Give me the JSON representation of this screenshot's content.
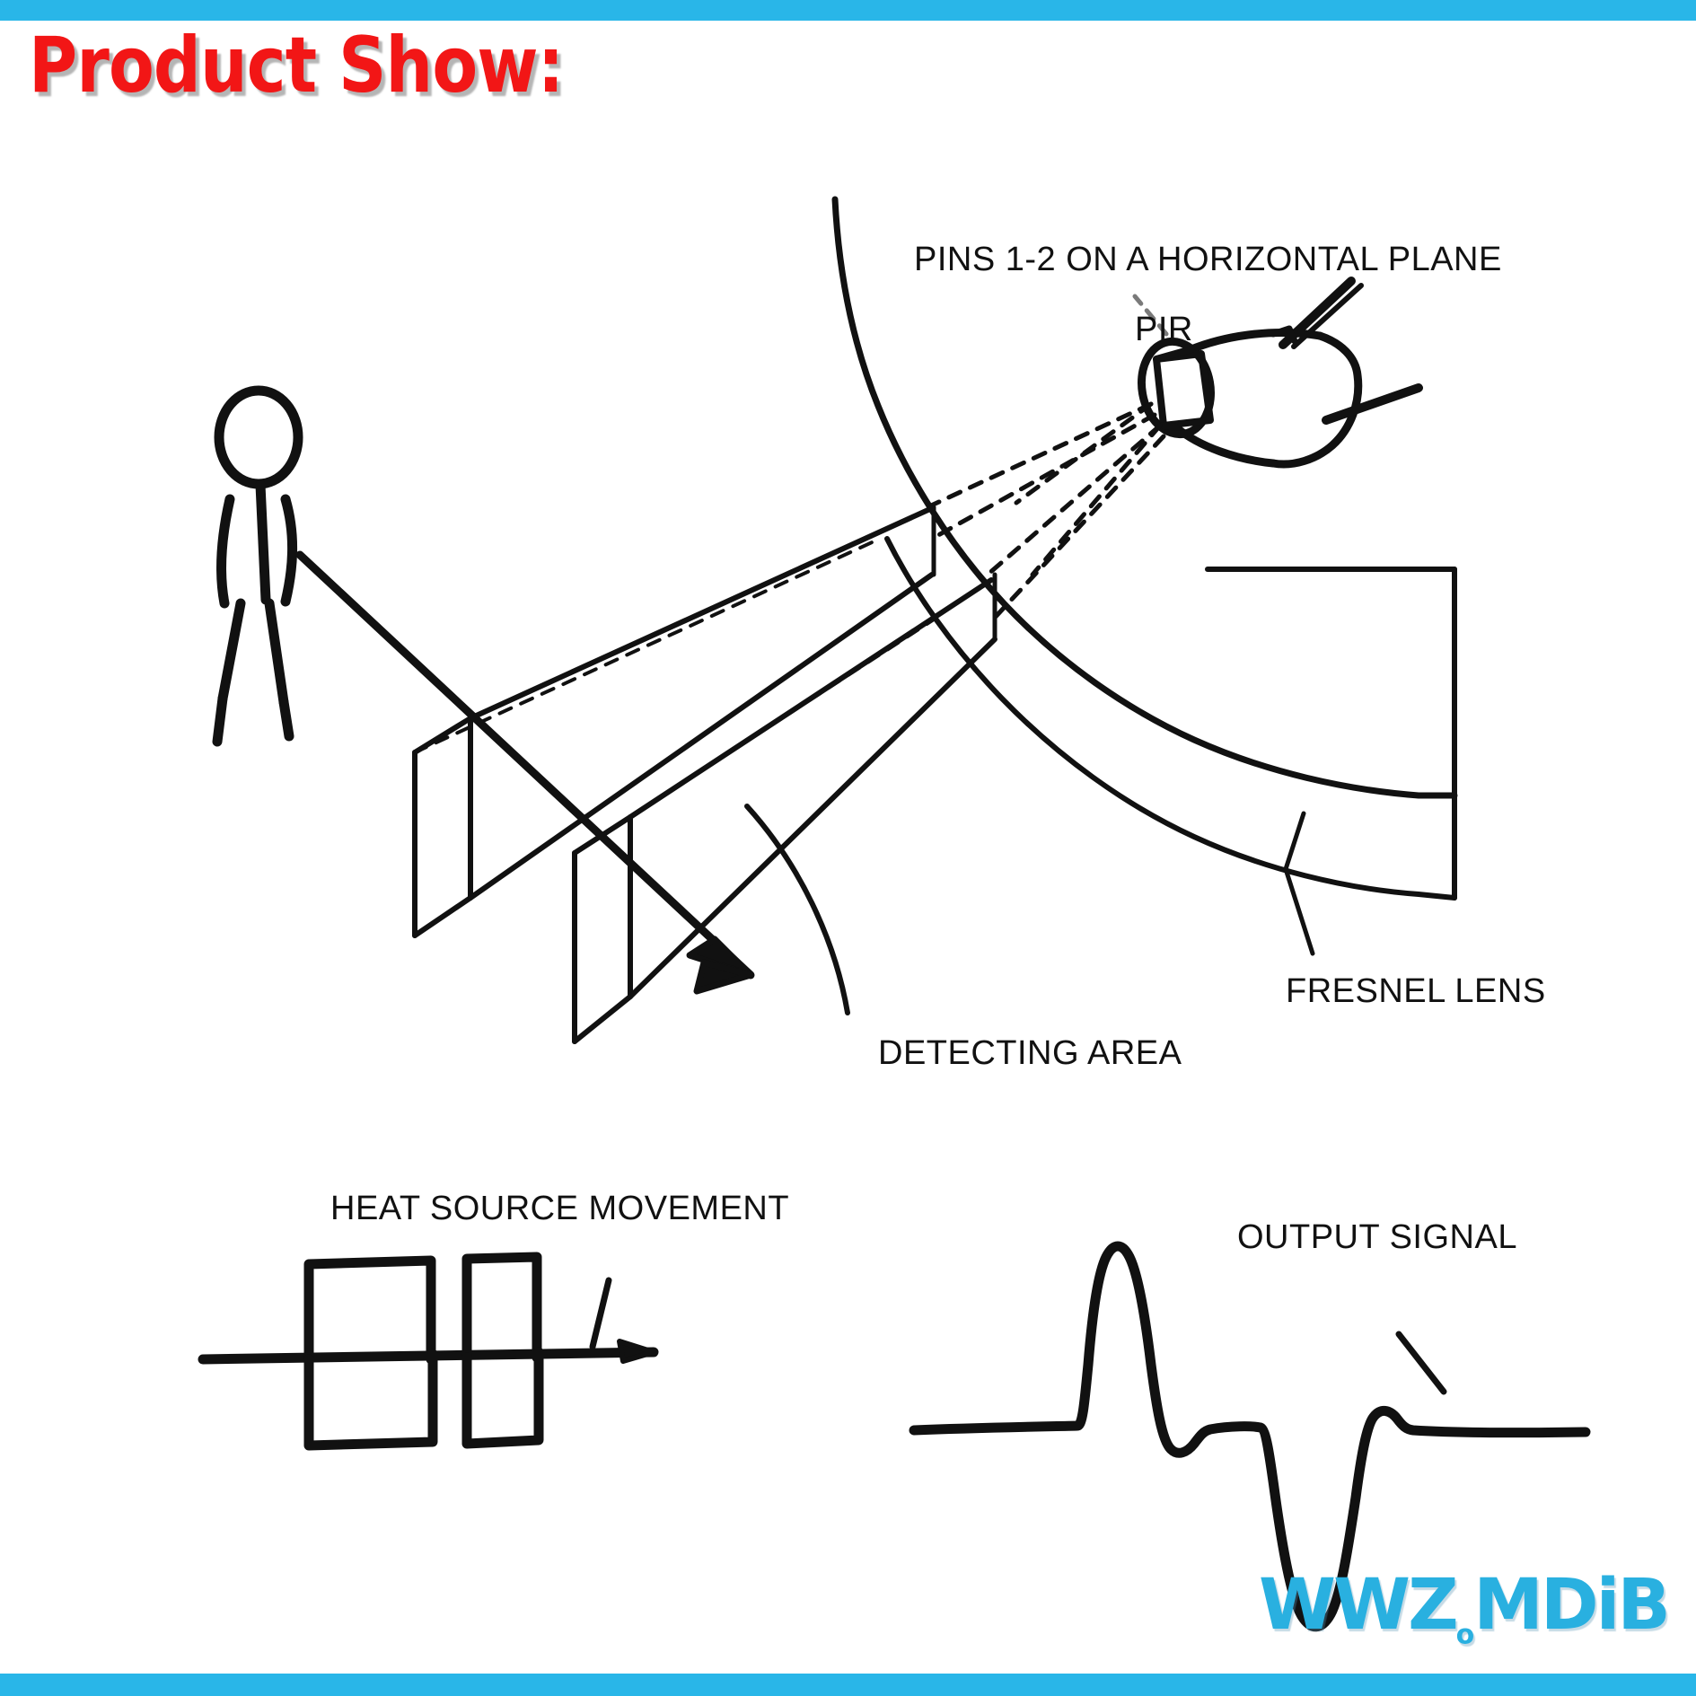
{
  "meta": {
    "title": "Product Show:",
    "accent_blue": "#29b6e8",
    "title_red": "#f21616",
    "ink_black": "#111111"
  },
  "header": {
    "title": "Product Show:"
  },
  "bars": {
    "top_color": "#29b6e8",
    "bottom_color": "#29b6e8"
  },
  "diagram": {
    "labels": {
      "pins": "PINS 1-2 ON A HORIZONTAL PLANE",
      "pir": "PIR",
      "fresnel": "FRESNEL LENS",
      "detecting": "DETECTING AREA",
      "heat_source": "HEAT SOURCE MOVEMENT",
      "output_signal": "OUTPUT SIGNAL"
    },
    "icons": {
      "person": "stick-figure-icon",
      "sensor": "pir-sensor-icon",
      "lens": "fresnel-lens-icon",
      "beam": "detection-beam-icon",
      "arrow": "motion-arrow-icon",
      "square_wave": "square-wave-icon",
      "output_wave": "output-waveform-icon"
    }
  },
  "chart_data": [
    {
      "type": "line",
      "title": "HEAT SOURCE MOVEMENT",
      "xlabel": "",
      "ylabel": "",
      "grid": false,
      "legend": "none",
      "x": [
        0,
        1,
        2,
        3,
        4,
        5,
        6,
        7,
        8,
        9,
        10
      ],
      "values": [
        0,
        0,
        1,
        1,
        -1,
        -1,
        0,
        1,
        1,
        -1,
        -1
      ],
      "notes": "Two rectangular pulses straddling a horizontal axis; axis terminates in a right arrow."
    },
    {
      "type": "line",
      "title": "OUTPUT SIGNAL",
      "xlabel": "",
      "ylabel": "",
      "grid": false,
      "legend": "none",
      "x": [
        0,
        1,
        2,
        3,
        4,
        5,
        6,
        7,
        8,
        9,
        10,
        11,
        12
      ],
      "values": [
        0,
        0,
        0,
        1.0,
        0,
        -0.12,
        -0.05,
        -0.05,
        -0.8,
        0,
        0.14,
        0.05,
        0.05
      ],
      "notes": "Flat baseline, tall positive peak, small dip, brief flat, deep negative trough, small positive overshoot, flat tail."
    }
  ],
  "footer": {
    "logo_main": "WWZ",
    "logo_sub": "o",
    "logo_tail": "MDiB"
  }
}
